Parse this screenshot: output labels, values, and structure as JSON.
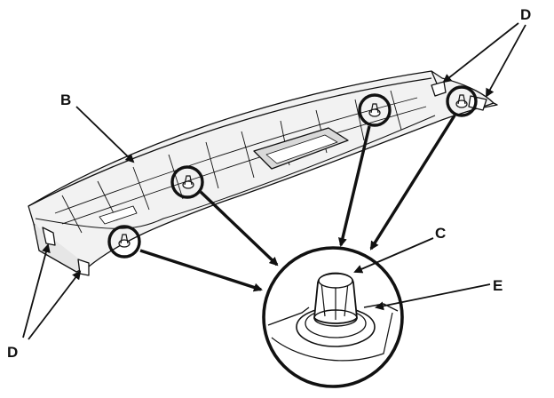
{
  "figure": {
    "callouts": {
      "panel": "B",
      "clip": "C",
      "clip_seat": "E",
      "hook_upper": "D",
      "hook_lower": "D"
    },
    "colors": {
      "line": "#111111",
      "panel_fill": "#f2f2f2",
      "panel_shade": "#d9d9d9",
      "background": "#ffffff"
    }
  }
}
